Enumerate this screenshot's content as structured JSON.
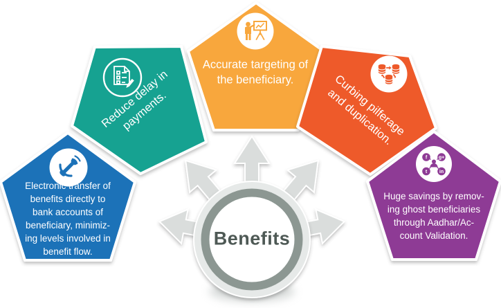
{
  "background": "#FFFFFF",
  "hub": {
    "label": "Benefits",
    "label_color": "#4E5955",
    "outer_ring_color": "#E6E9E8",
    "ring_color": "#8C9792",
    "inner_color": "#FFFFFF",
    "arrow_color": "#DADDDC",
    "arrows": [
      "up",
      "upper-left",
      "upper-right",
      "left",
      "right"
    ]
  },
  "petals": [
    {
      "name": "electronic-transfer",
      "color": "#1F72B8",
      "icon": "phone-call-icon",
      "text": "Electronic transfer of\nbenefits directly to\nbank accounts of\nbeneficiary, minimiz-\ning levels involved in\nbenefit flow."
    },
    {
      "name": "reduce-delay",
      "color": "#14A291",
      "icon": "checklist-document-icon",
      "text": "Reduce delay in\npayments."
    },
    {
      "name": "accurate-targeting",
      "color": "#F8A73E",
      "icon": "presentation-chart-icon",
      "text": "Accurate targeting of\nthe beneficiary."
    },
    {
      "name": "curbing-pilferage",
      "color": "#EE5A2B",
      "icon": "database-sync-icon",
      "text": "Curbing pilferage\nand duplication."
    },
    {
      "name": "huge-savings",
      "color": "#8E3A95",
      "icon": "social-network-icon",
      "text": "Huge savings by remov-\ning ghost beneficiaries\nthrough Aadhar/Ac-\ncount Validation."
    }
  ],
  "social_nodes": [
    "f",
    "g+",
    "t",
    "in"
  ]
}
